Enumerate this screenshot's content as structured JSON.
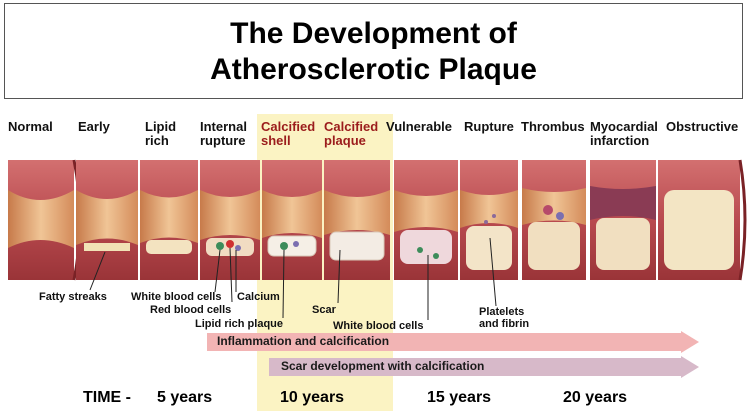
{
  "title": {
    "line1": "The Development of",
    "line2": "Atherosclerotic Plaque"
  },
  "stages": [
    {
      "line1": "Normal",
      "line2": ""
    },
    {
      "line1": "Early",
      "line2": ""
    },
    {
      "line1": "Lipid",
      "line2": "rich"
    },
    {
      "line1": "Internal",
      "line2": "rupture"
    },
    {
      "line1": "Calcified",
      "line2": "shell"
    },
    {
      "line1": "Calcified",
      "line2": "plaque"
    },
    {
      "line1": "Vulnerable",
      "line2": ""
    },
    {
      "line1": "Rupture",
      "line2": ""
    },
    {
      "line1": "Thrombus",
      "line2": ""
    },
    {
      "line1": "Myocardial",
      "line2": "infarction"
    },
    {
      "line1": "Obstructive",
      "line2": ""
    }
  ],
  "annotations": {
    "fatty_streaks": "Fatty streaks",
    "white_blood_cells_1": "White blood cells",
    "calcium": "Calcium",
    "red_blood_cells": "Red blood cells",
    "lipid_rich_plaque": "Lipid rich plaque",
    "scar": "Scar",
    "white_blood_cells_2": "White blood cells",
    "platelets_and_fibrin": "Platelets\nand fibrin"
  },
  "arrows": {
    "inflammation": "Inflammation and calcification",
    "scar_development": "Scar development with calcification"
  },
  "timeline": {
    "label": "TIME -",
    "t1": "5 years",
    "t2": "10 years",
    "t3": "15 years",
    "t4": "20 years"
  },
  "colors": {
    "highlight": "#fbf3c3",
    "calcified_label": "#9b1c1c",
    "arrow_pink": "#f2b4b4",
    "arrow_mauve": "#d7b9c9",
    "vessel_wall": "#c2575a",
    "vessel_lumen": "#e7b27f",
    "intima": "#f0d9c8"
  }
}
